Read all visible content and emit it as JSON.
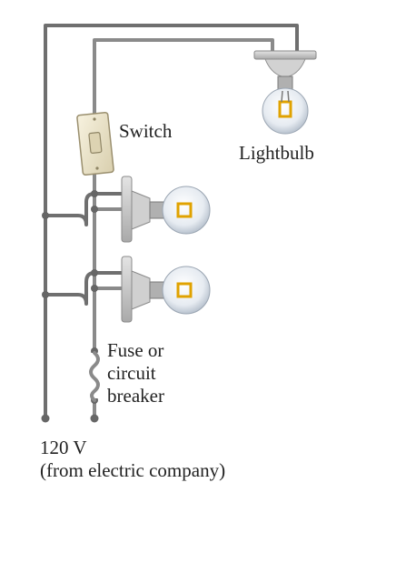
{
  "labels": {
    "switch": "Switch",
    "lightbulb": "Lightbulb",
    "fuse": [
      "Fuse or",
      "circuit",
      "breaker"
    ],
    "source_line1": "120 V",
    "source_line2": "(from electric company)"
  },
  "colors": {
    "wire": "#8a8a8a",
    "socket": "#c9c9c9",
    "bulb_glass": "#dfe6ee",
    "filament": "#e0a200",
    "switch_plate": "#efe8cf"
  }
}
